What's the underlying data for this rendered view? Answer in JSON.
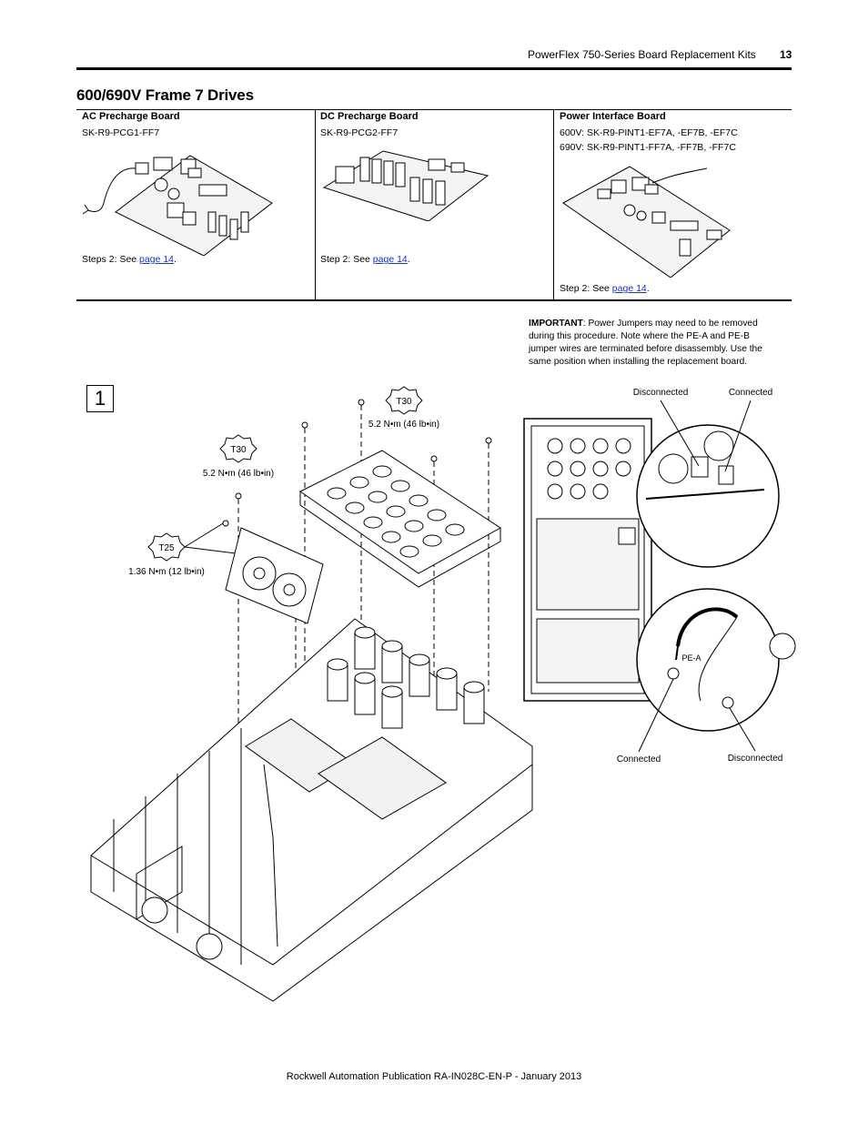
{
  "header": {
    "title": "PowerFlex 750-Series Board Replacement Kits",
    "page_number": "13"
  },
  "section": {
    "title": "600/690V Frame 7 Drives"
  },
  "kits": [
    {
      "title": "AC Precharge Board",
      "part_lines": [
        "SK-R9-PCG1-FF7"
      ],
      "step_prefix": "Steps 2: See ",
      "step_link": "page 14",
      "step_suffix": "."
    },
    {
      "title": "DC Precharge Board",
      "part_lines": [
        "SK-R9-PCG2-FF7"
      ],
      "step_prefix": "Step 2: See ",
      "step_link": "page 14",
      "step_suffix": "."
    },
    {
      "title": "Power Interface Board",
      "part_lines": [
        "600V: SK-R9-PINT1-EF7A, -EF7B, -EF7C",
        "690V: SK-R9-PINT1-FF7A, -FF7B, -FF7C"
      ],
      "step_prefix": "Step 2: See ",
      "step_link": "page 14",
      "step_suffix": "."
    }
  ],
  "important": {
    "label": "IMPORTANT",
    "text": ": Power Jumpers may need to be removed during this procedure. Note where the PE-A and PE-B jumper wires are terminated before disassembly. Use the same position when installing the replacement board."
  },
  "step": {
    "number": "1"
  },
  "figure": {
    "torx_t30_top": "T30",
    "torque_t30_top": "5.2 N•m (46 lb•in)",
    "torx_t30_left": "T30",
    "torque_t30_left": "5.2 N•m (46 lb•in)",
    "torx_t25": "T25",
    "torque_t25": "1.36 N•m (12 lb•in)",
    "callout_top_disconnected": "Disconnected",
    "callout_top_connected": "Connected",
    "callout_bottom_connected": "Connected",
    "callout_bottom_disconnected": "Disconnected",
    "jumper_label": "PE-A"
  },
  "footer": {
    "text": "Rockwell Automation Publication RA-IN028C-EN-P - January 2013"
  }
}
